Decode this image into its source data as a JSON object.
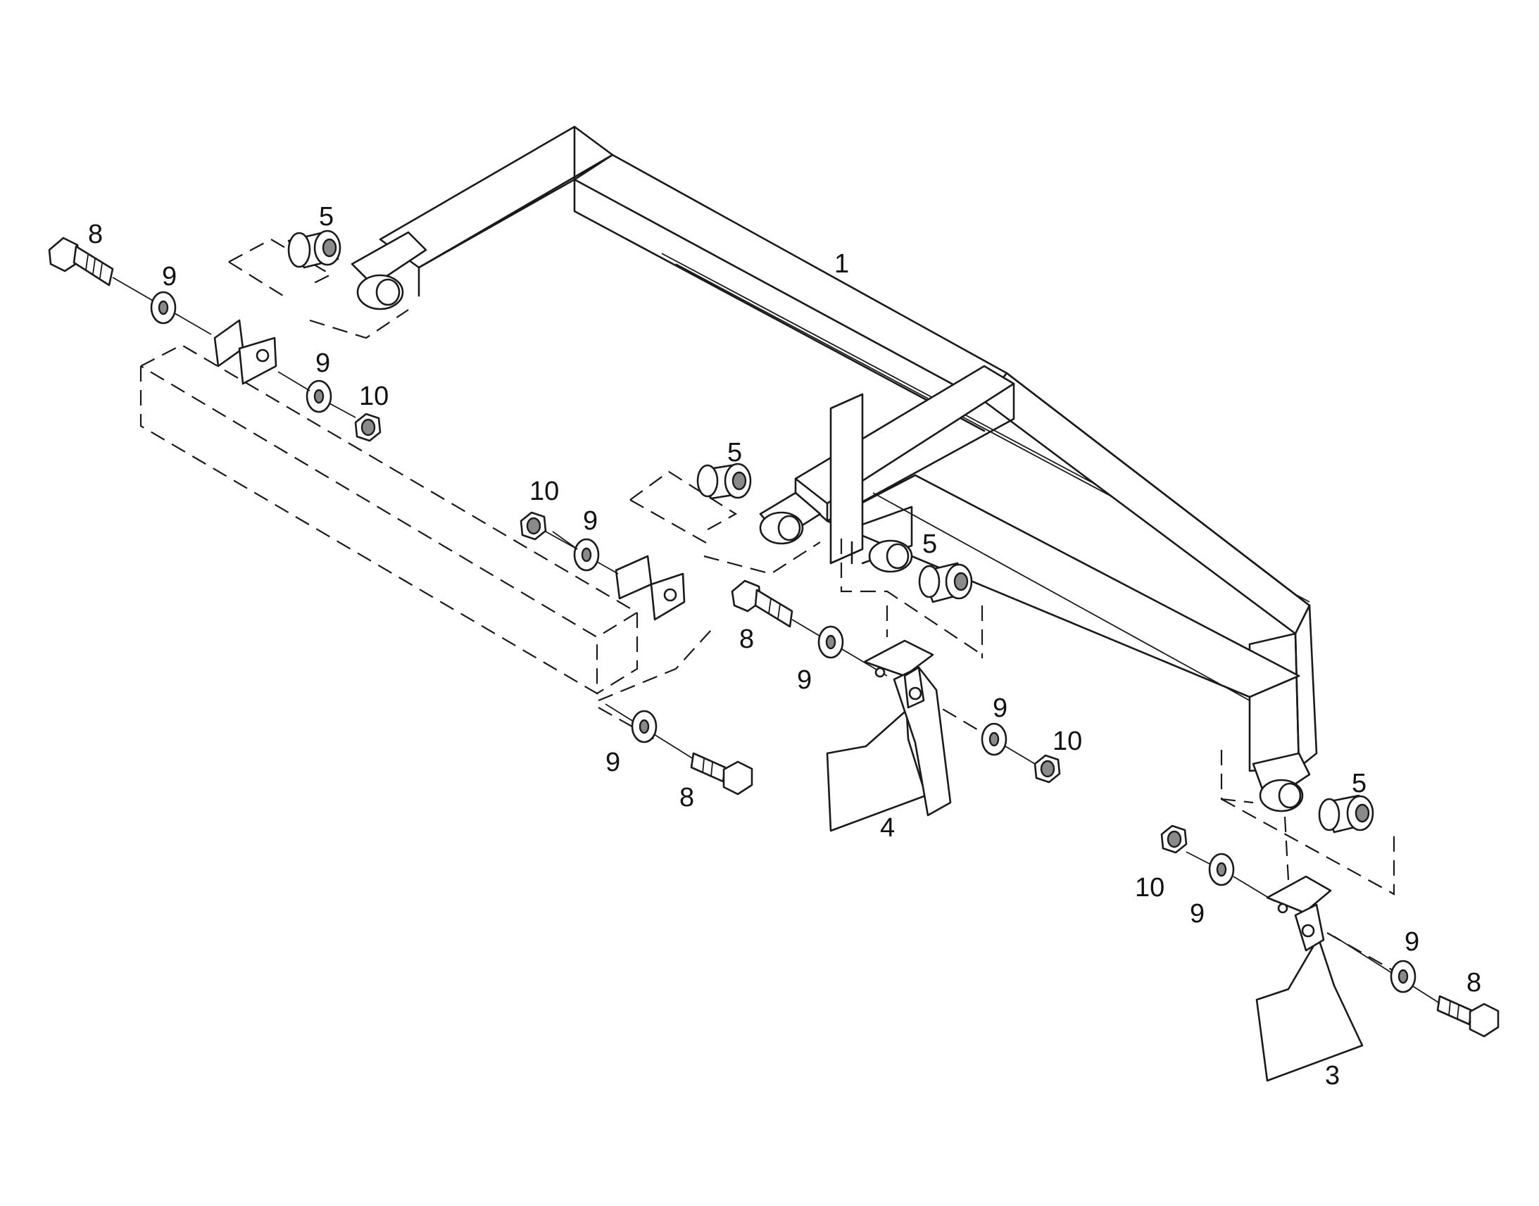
{
  "callouts": {
    "c1": "1",
    "c3": "3",
    "c4": "4",
    "c5a": "5",
    "c5b": "5",
    "c5c": "5",
    "c5d": "5",
    "c8a": "8",
    "c8b": "8",
    "c8c": "8",
    "c8d": "8",
    "c9a": "9",
    "c9b": "9",
    "c9c": "9",
    "c9d": "9",
    "c9e": "9",
    "c9f": "9",
    "c9g": "9",
    "c9h": "9",
    "c10a": "10",
    "c10b": "10",
    "c10c": "10",
    "c10d": "10"
  }
}
